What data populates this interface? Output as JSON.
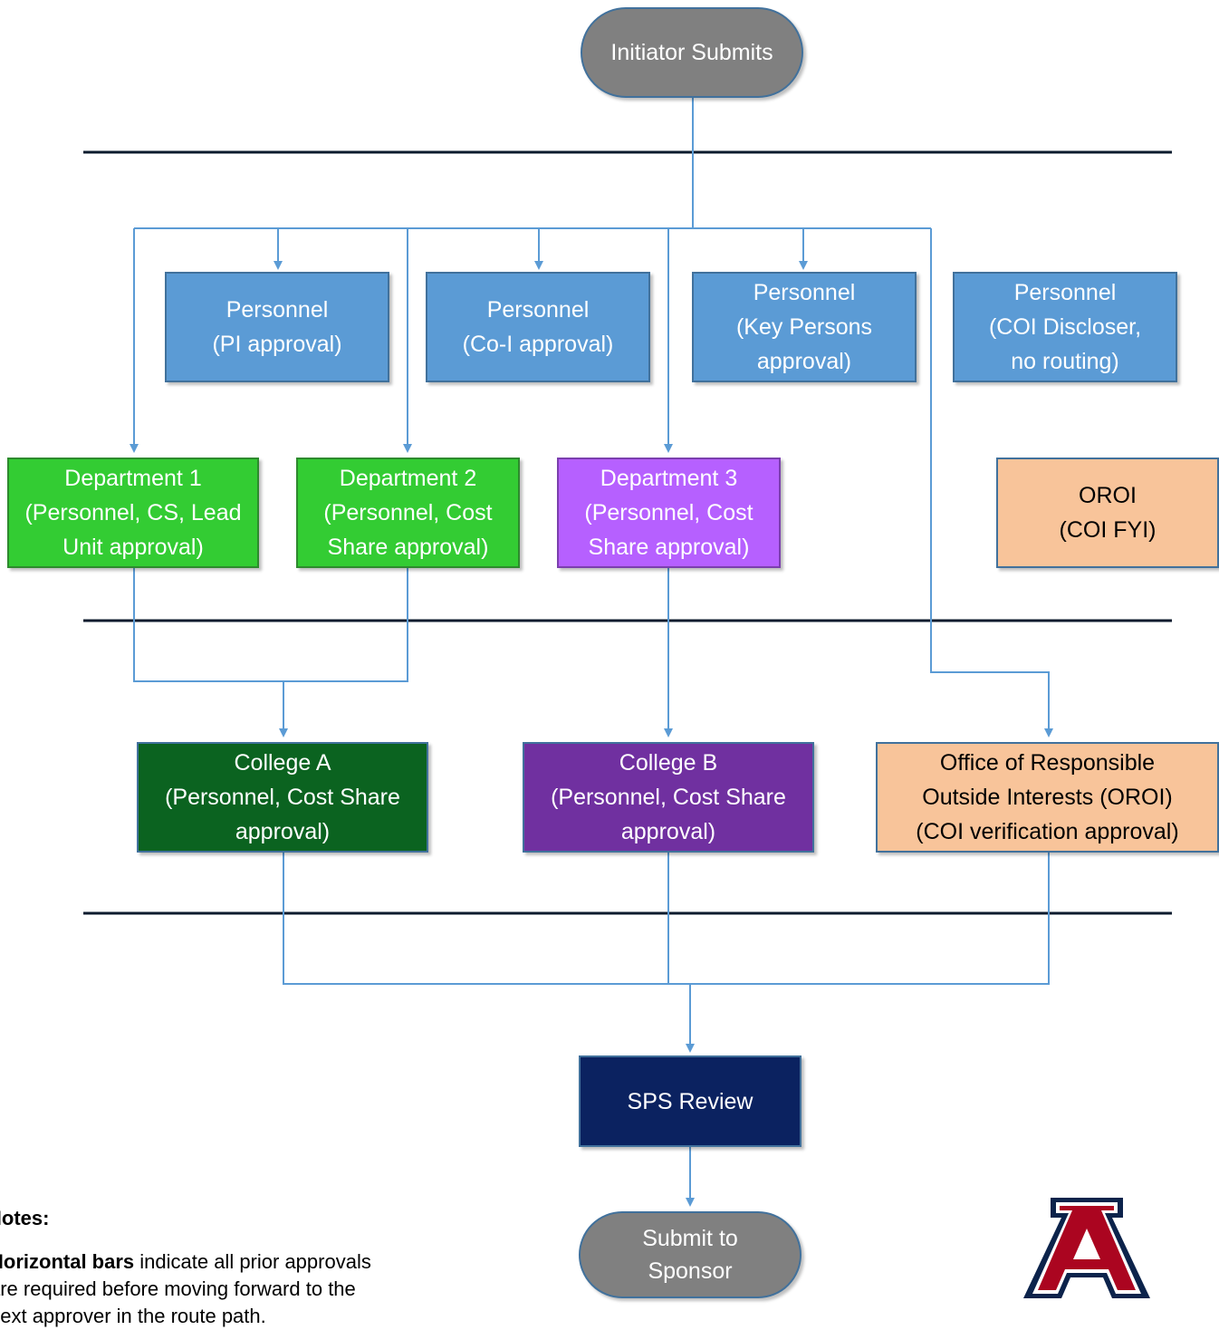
{
  "start": {
    "label": "Initiator Submits"
  },
  "personnel": [
    {
      "lines": [
        "Personnel",
        "(PI approval)"
      ]
    },
    {
      "lines": [
        "Personnel",
        "(Co-I approval)"
      ]
    },
    {
      "lines": [
        "Personnel",
        "(Key Persons",
        "approval)"
      ]
    },
    {
      "lines": [
        "Personnel",
        "(COI Discloser,",
        "no routing)"
      ]
    }
  ],
  "departments": [
    {
      "lines": [
        "Department 1",
        "(Personnel, CS, Lead",
        "Unit approval)"
      ]
    },
    {
      "lines": [
        "Department 2",
        "(Personnel, Cost",
        "Share approval)"
      ]
    },
    {
      "lines": [
        "Department 3",
        "(Personnel, Cost",
        "Share approval)"
      ]
    }
  ],
  "oroi_fyi": {
    "lines": [
      "OROI",
      "(COI FYI)"
    ]
  },
  "colleges": [
    {
      "lines": [
        "College A",
        "(Personnel, Cost Share",
        "approval)"
      ]
    },
    {
      "lines": [
        "College B",
        "(Personnel, Cost Share",
        "approval)"
      ]
    }
  ],
  "oroi_office": {
    "lines": [
      "Office of Responsible",
      "Outside Interests (OROI)",
      "(COI verification approval)"
    ]
  },
  "sps": {
    "label": "SPS Review"
  },
  "end": {
    "lines": [
      "Submit to",
      "Sponsor"
    ]
  },
  "notes": {
    "title": "Notes:",
    "bold": "Horizontal bars",
    "text_line1": " indicate all prior approvals",
    "text_line2": "are required before moving forward to the",
    "text_line3": "next approver in the route path."
  },
  "colors": {
    "connector": "#5b9bd5",
    "bar": "#0d1b2e",
    "logo_red": "#ab0520",
    "logo_navy": "#0c234b"
  }
}
